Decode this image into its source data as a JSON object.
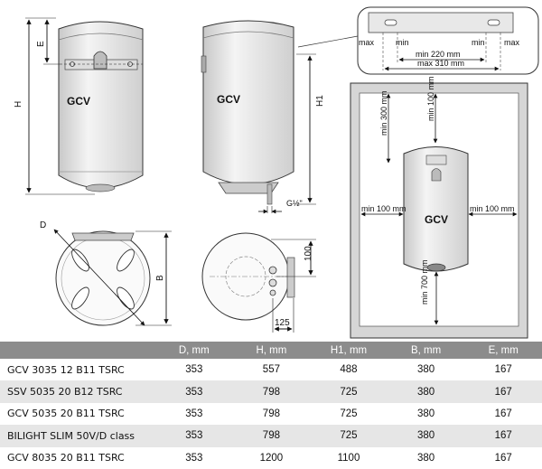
{
  "front_view": {
    "brand": "GCV",
    "dim_height": "H",
    "dim_top": "E"
  },
  "side_view": {
    "brand": "GCV",
    "dim_height": "H1",
    "fitting": "G½\""
  },
  "bottom_view": {
    "dim_diameter": "D",
    "dim_depth": "B"
  },
  "rear_view": {
    "dim_bracket": "100",
    "dim_offset": "125"
  },
  "bracket_detail": {
    "max_left": "max",
    "min_left": "min",
    "min_inner": "min 220 mm",
    "max_outer": "max 310 mm",
    "min_right": "min",
    "max_right": "max"
  },
  "installation": {
    "brand": "GCV",
    "top_left": "min 300 mm",
    "top_right": "min 100 mm",
    "side_left": "min 100 mm",
    "side_right": "min 100 mm",
    "floor": "min 700 mm"
  },
  "table": {
    "headers": [
      "",
      "D, mm",
      "H, mm",
      "H1, mm",
      "B, mm",
      "E, mm"
    ],
    "rows": [
      [
        "GCV 3035 12 B11 TSRC",
        "353",
        "557",
        "488",
        "380",
        "167"
      ],
      [
        "SSV 5035 20 B12 TSRC",
        "353",
        "798",
        "725",
        "380",
        "167"
      ],
      [
        "GCV 5035 20 B11 TSRC",
        "353",
        "798",
        "725",
        "380",
        "167"
      ],
      [
        "BILIGHT SLIM 50V/D class",
        "353",
        "798",
        "725",
        "380",
        "167"
      ],
      [
        "GCV 8035 20 B11 TSRC",
        "353",
        "1200",
        "1100",
        "380",
        "167"
      ]
    ]
  },
  "colors": {
    "header_bg": "#8c8c8c",
    "stripe": "#e6e6e6",
    "tank_body": "#e8e8e8"
  }
}
